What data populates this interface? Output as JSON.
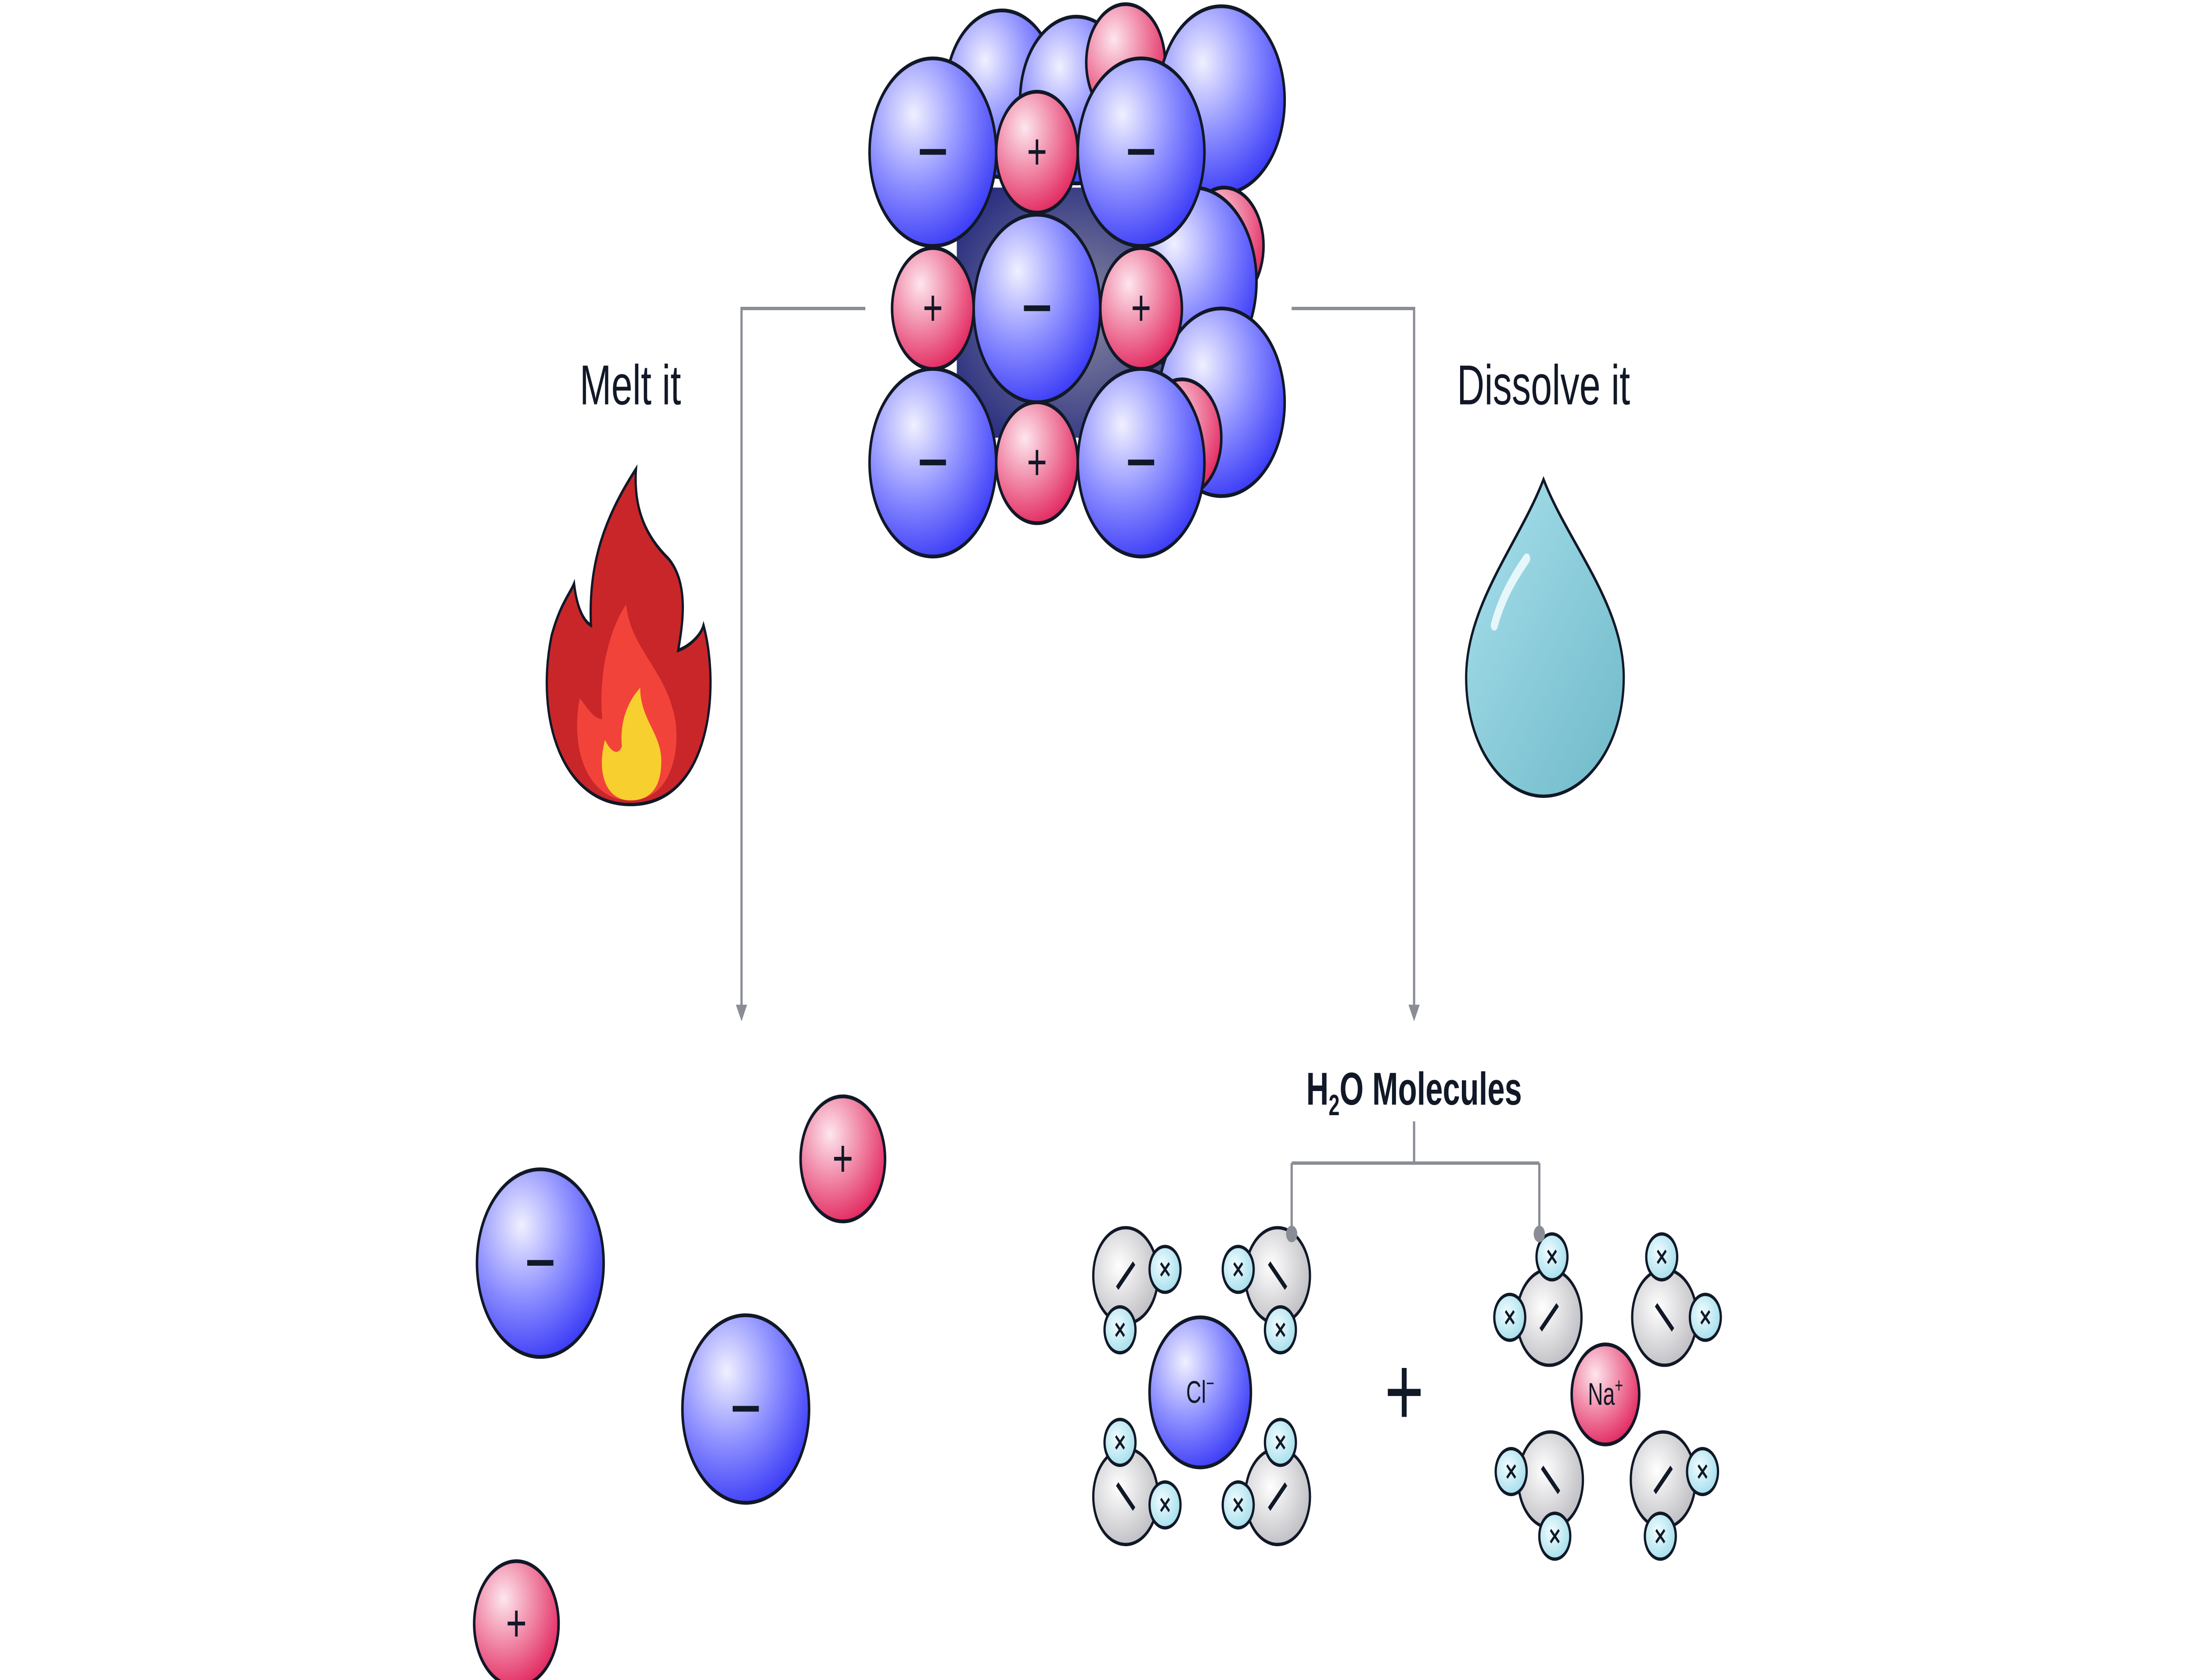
{
  "labels": {
    "melt": "Melt it",
    "dissolve": "Dissolve it",
    "h2o_prefix": "H",
    "h2o_sub": "2",
    "h2o_suffix": "O Molecules",
    "chloride": "Cl",
    "chloride_charge": "−",
    "sodium": "Na",
    "sodium_charge": "+",
    "plus_sign": "+",
    "neg_sign": "−",
    "pos_sign": "+"
  },
  "icons": [
    "fire-icon",
    "water-drop-icon"
  ],
  "colors": {
    "anion": "#3d3dff",
    "cation": "#e8205a",
    "water_oxygen": "#c8c8cc",
    "water_hydrogen": "#aee4ef",
    "connector": "#8a8d96",
    "outline": "#111827"
  }
}
